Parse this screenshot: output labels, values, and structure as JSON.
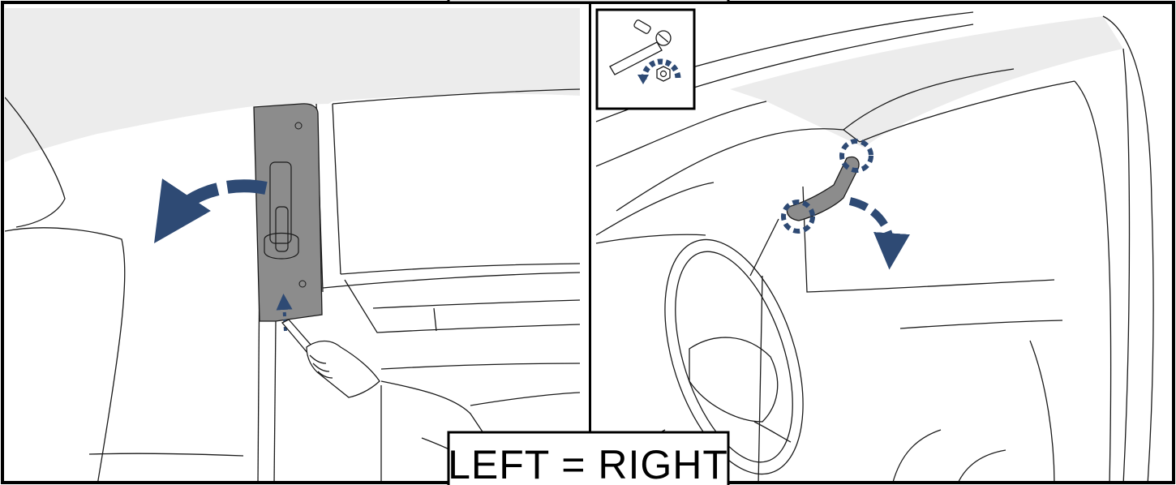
{
  "caption": {
    "text": "LEFT = RIGHT"
  },
  "colors": {
    "line": "#1a1a1a",
    "trim": "#8c8c8c",
    "headliner": "#ececec",
    "arrow": "#2e4a74",
    "frame": "#000000",
    "background": "#ffffff"
  },
  "icons": {
    "tool": "socket-wrench-icon",
    "removal": "unscrew-rotation-icon"
  },
  "panels": {
    "left": {
      "name": "left-pillar-trim-removal"
    },
    "right": {
      "name": "right-grab-handle-removal"
    }
  }
}
